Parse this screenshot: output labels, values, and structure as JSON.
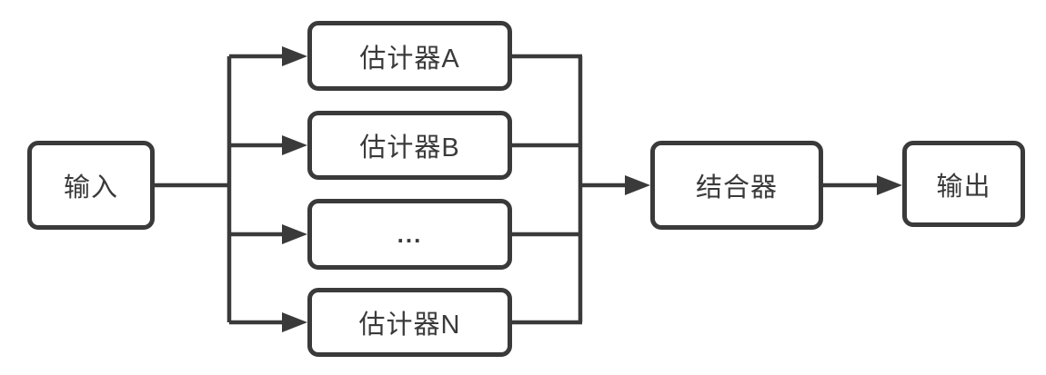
{
  "diagram": {
    "title": "ensemble-flow-diagram",
    "nodes": {
      "input": {
        "label": "输入"
      },
      "combiner": {
        "label": "结合器"
      },
      "output": {
        "label": "输出"
      }
    },
    "estimators": [
      {
        "label": "估计器A"
      },
      {
        "label": "估计器B"
      },
      {
        "label": "..."
      },
      {
        "label": "估计器N"
      }
    ],
    "colors": {
      "stroke": "#3a3a3a",
      "node_fill": "#ffffff",
      "background": "#ffffff"
    }
  }
}
